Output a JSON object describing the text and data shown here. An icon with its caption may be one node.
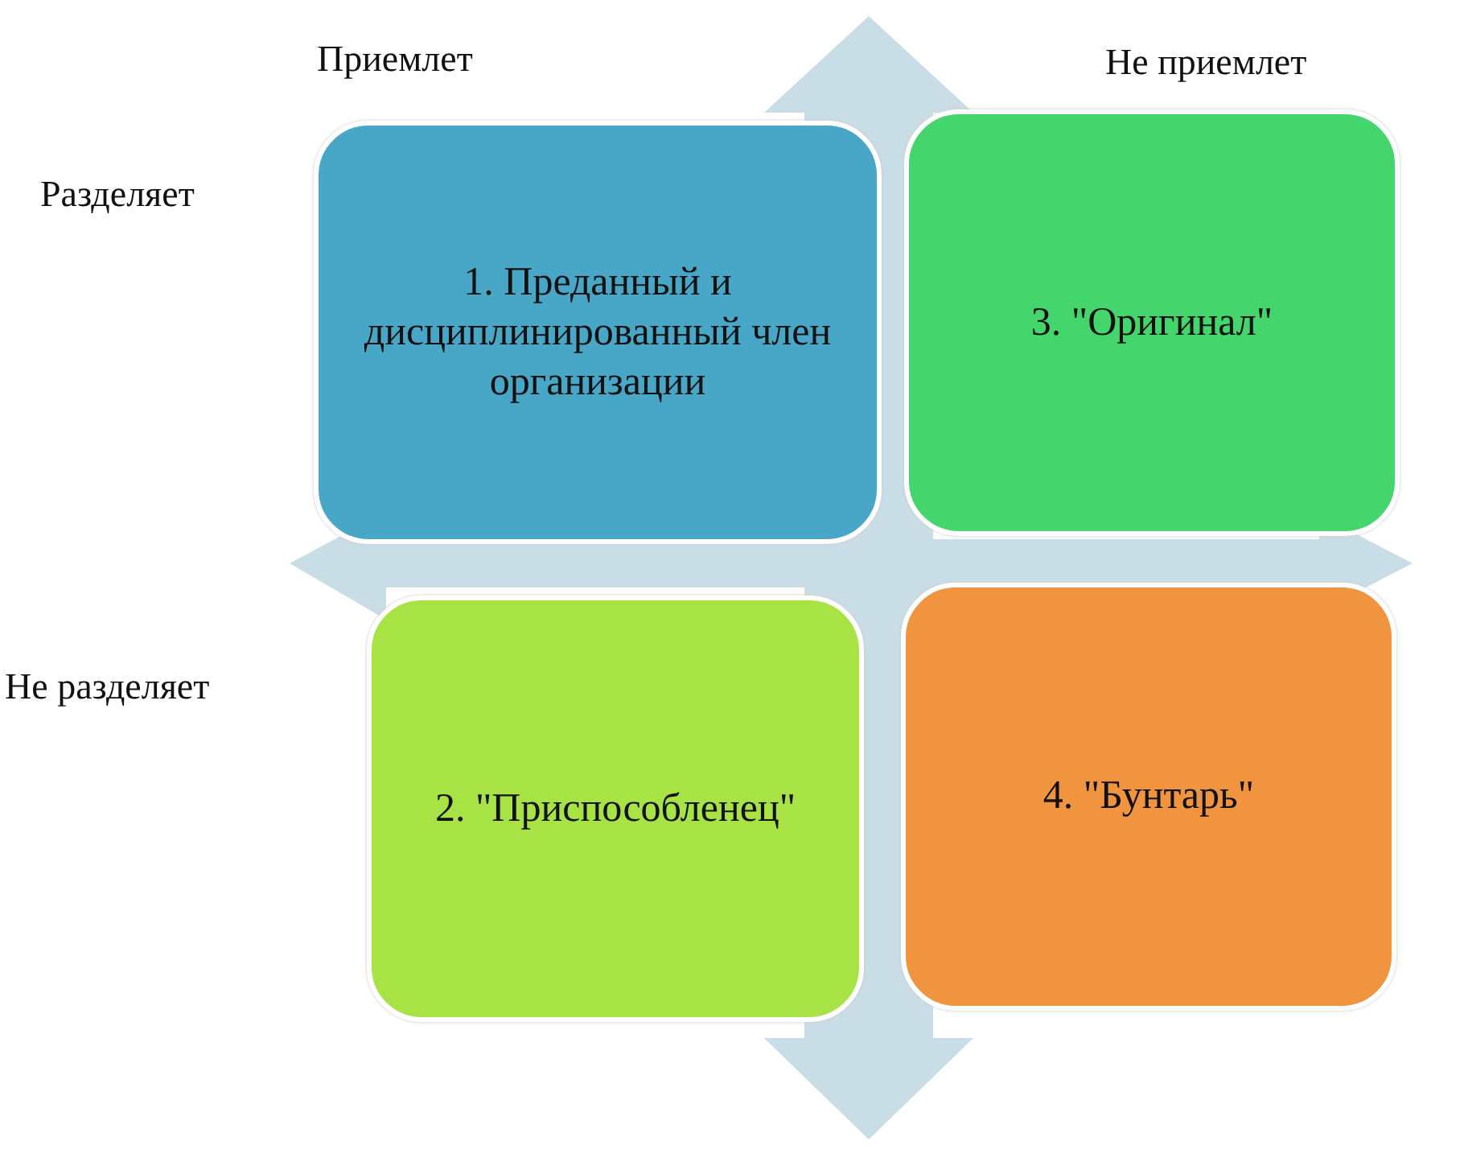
{
  "diagram": {
    "nodes": [
      {
        "text": [
          "1. Преданный и дисциплинированный член организации"
        ]
      },
      {
        "text": [
          "3. \"Оригинал\""
        ]
      },
      {
        "text": [
          "2. \"Приспособленец\""
        ]
      },
      {
        "text": [
          "4. \"Бунтарь\""
        ]
      }
    ],
    "labels": [
      "Приемлет",
      "Не приемлет",
      "Разделяет",
      "Не разделяет"
    ]
  }
}
